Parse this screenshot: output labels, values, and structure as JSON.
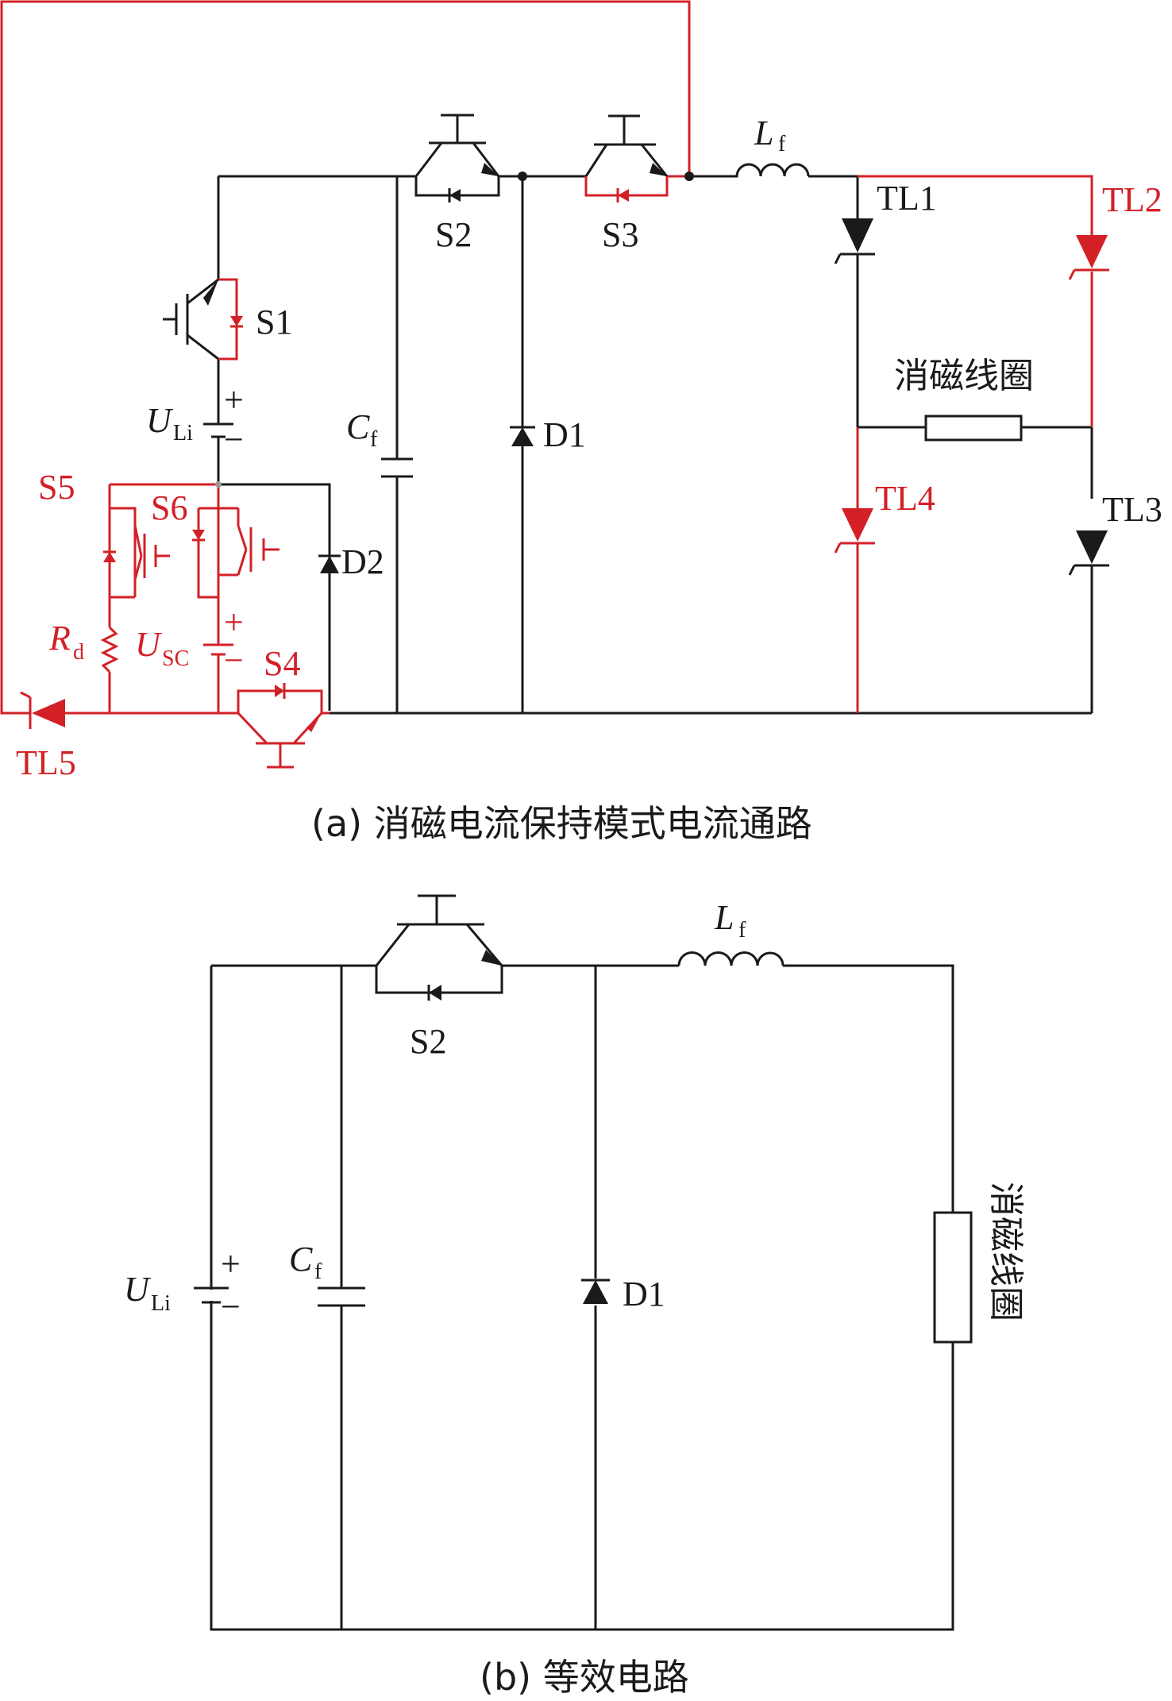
{
  "colors": {
    "conduct_path": "#d32027",
    "wire": "#1a1a1a"
  },
  "diagram_a": {
    "caption": "(a) 消磁电流保持模式电流通路",
    "labels": {
      "S1": "S1",
      "S2": "S2",
      "S3": "S3",
      "S4": "S4",
      "S5": "S5",
      "S6": "S6",
      "D1": "D1",
      "D2": "D2",
      "TL1": "TL1",
      "TL2": "TL2",
      "TL3": "TL3",
      "TL4": "TL4",
      "TL5": "TL5",
      "Lf_main": "L",
      "Lf_sub": "f",
      "Cf_main": "C",
      "Cf_sub": "f",
      "ULi_main": "U",
      "ULi_sub": "Li",
      "USC_main": "U",
      "USC_sub": "SC",
      "Rd_main": "R",
      "Rd_sub": "d",
      "coil": "消磁线圈",
      "plus": "+",
      "minus": "−"
    }
  },
  "diagram_b": {
    "caption": "(b) 等效电路",
    "labels": {
      "S2": "S2",
      "D1": "D1",
      "Lf_main": "L",
      "Lf_sub": "f",
      "Cf_main": "C",
      "Cf_sub": "f",
      "ULi_main": "U",
      "ULi_sub": "Li",
      "coil": "消磁线圈",
      "plus": "+",
      "minus": "−"
    }
  }
}
